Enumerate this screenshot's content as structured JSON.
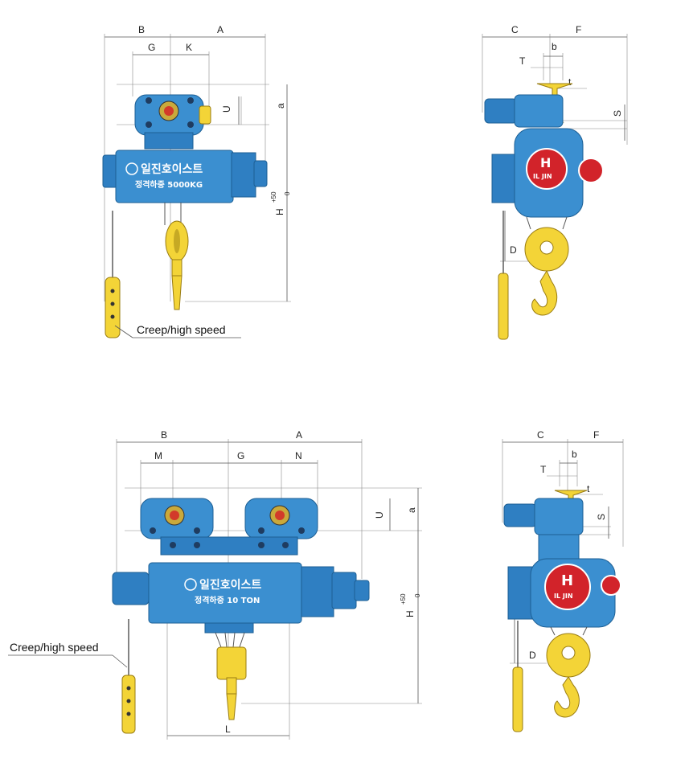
{
  "views": {
    "top": {
      "dims": {
        "B": "B",
        "A": "A",
        "G": "G",
        "K": "K",
        "U": "U",
        "a": "a",
        "H": "H",
        "H_sup": "+50",
        "H_sub": "0"
      },
      "body_brand": "일진호이스트",
      "body_load": "정격하중 5000KG",
      "pendant_caption": "Creep/high speed"
    },
    "top_side": {
      "dims": {
        "C": "C",
        "F": "F",
        "T": "T",
        "b": "b",
        "t": "t",
        "S": "S",
        "D": "D"
      },
      "badge_letters": "H",
      "badge_text": "IL JIN"
    },
    "bottom": {
      "dims": {
        "B": "B",
        "A": "A",
        "M": "M",
        "G": "G",
        "N": "N",
        "U": "U",
        "a": "a",
        "H": "H",
        "H_sup": "+50",
        "H_sub": "0",
        "L": "L"
      },
      "body_brand": "일진호이스트",
      "body_load": "정격하중 10 TON",
      "pendant_caption": "Creep/high speed"
    },
    "bottom_side": {
      "dims": {
        "C": "C",
        "F": "F",
        "T": "T",
        "b": "b",
        "t": "t",
        "S": "S",
        "D": "D"
      },
      "badge_letters": "H",
      "badge_text": "IL JIN"
    }
  },
  "colors": {
    "body_blue": "#3b8fd0",
    "hook_yellow": "#f3d437",
    "badge_red": "#d2232a"
  }
}
